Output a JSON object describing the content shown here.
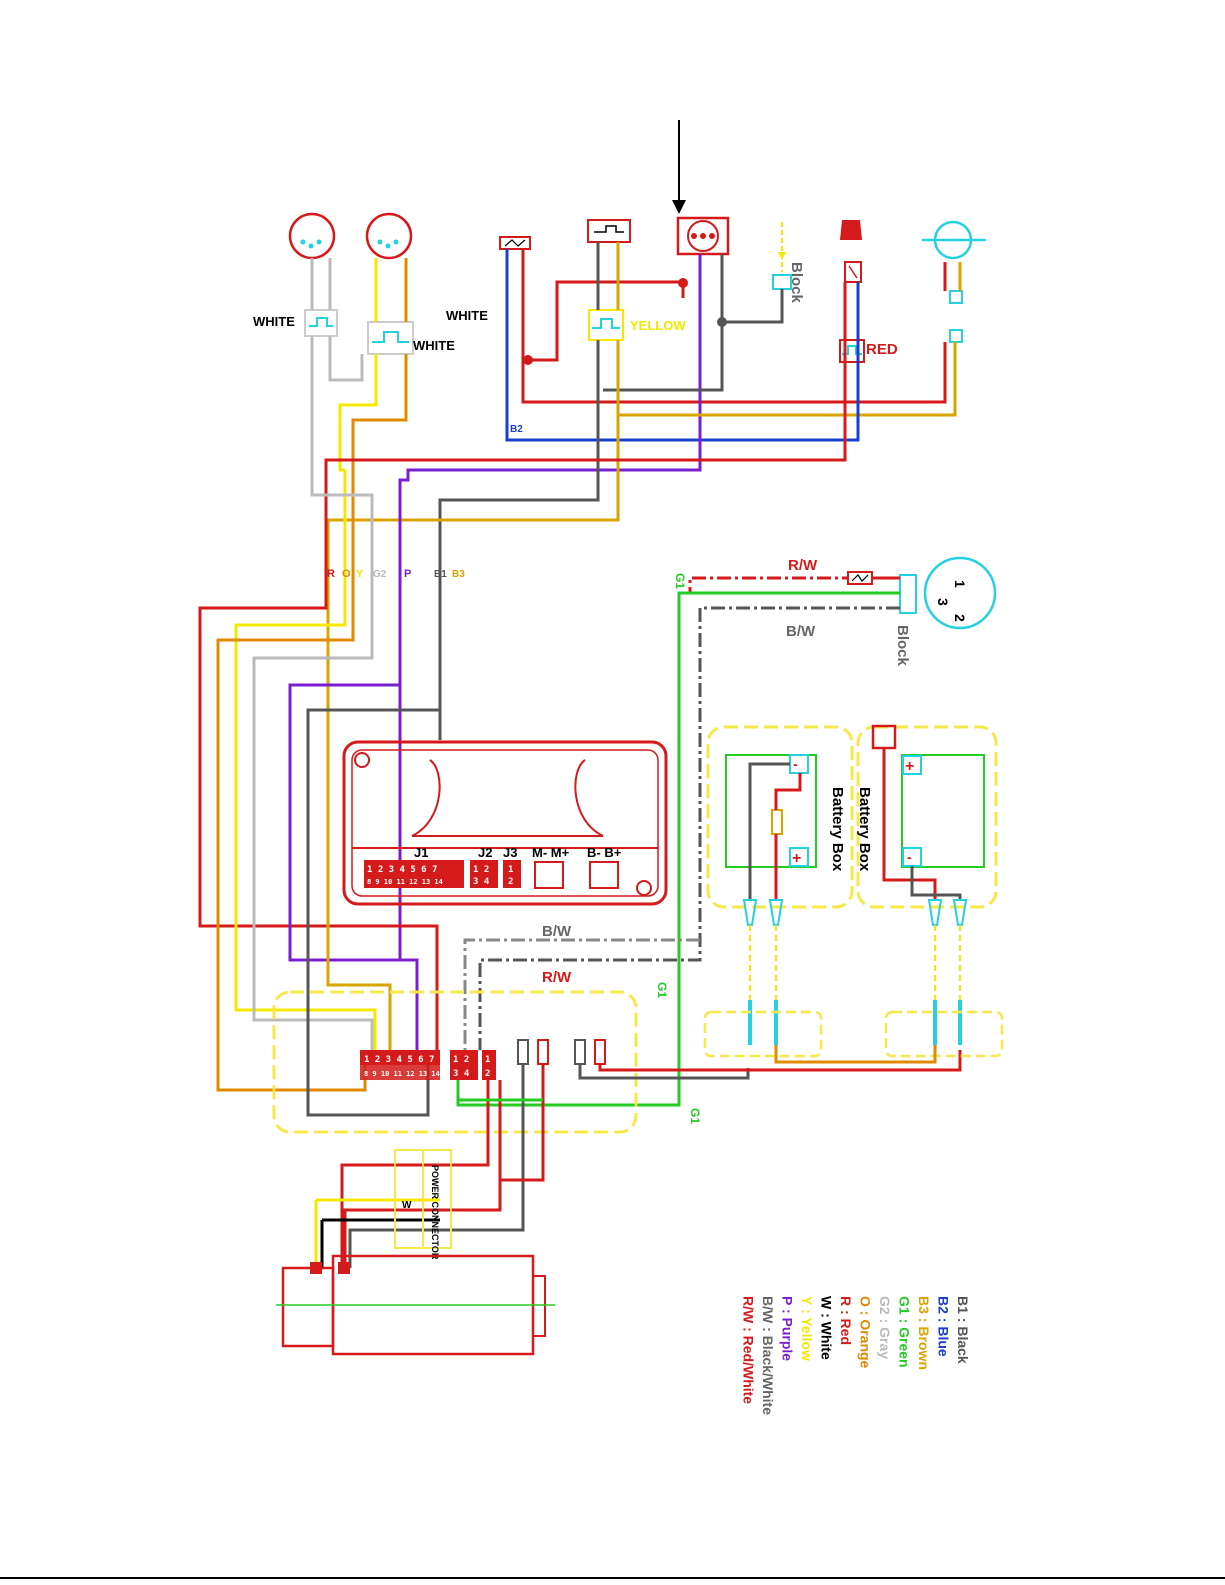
{
  "colors": {
    "black": "#555555",
    "blue": "#1a3fd0",
    "brown": "#d9a300",
    "green": "#22cc22",
    "gray": "#bbbbbb",
    "orange": "#e08a00",
    "red": "#d41a1a",
    "white": "#000000",
    "yellow": "#f5e800",
    "purple": "#7a1fd0",
    "redwhite": "#d41a1a",
    "cyan": "#25d0e0",
    "dash_yellow": "#f5e84a"
  },
  "connectors": {
    "white_left": "WHITE",
    "white_mid": "WHITE",
    "white_right": "WHITE",
    "yellow": "YELLOW",
    "red": "RED",
    "block_top": "Block",
    "block_right": "Block"
  },
  "wire_labels": {
    "rw_top": "R/W",
    "bw_top": "B/W",
    "bw_mid": "B/W",
    "rw_mid": "R/W",
    "g1_a": "G1",
    "g1_b": "G1",
    "g1_c": "G1",
    "r": "R",
    "o": "O",
    "y": "Y",
    "g2": "G2",
    "p": "P",
    "b1": "B1",
    "b3": "B3",
    "b2": "B2",
    "w": "W"
  },
  "controller": {
    "j1": "J1",
    "j2": "J2",
    "j3": "J3",
    "m_terms": "M- M+",
    "b_terms": "B- B+",
    "j1_top": "1 2 3 4 5 6 7",
    "j1_bot": "8 9 10 11 12 13 14",
    "j2_top": "1 2",
    "j2_bot": "3 4",
    "j3_top": "1",
    "j3_bot": "2"
  },
  "battery": {
    "box_1": "Battery Box",
    "box_2": "Battery Box",
    "plus": "+",
    "minus": "-"
  },
  "charger_pins": [
    "1",
    "3",
    "2"
  ],
  "power_connector": "POWER CONNECTOR",
  "legend": [
    {
      "code": "B1",
      "name": "Black",
      "color": "#555555"
    },
    {
      "code": "B2",
      "name": "Blue",
      "color": "#1a3fd0"
    },
    {
      "code": "B3",
      "name": "Brown",
      "color": "#d9a300"
    },
    {
      "code": "G1",
      "name": "Green",
      "color": "#22cc22"
    },
    {
      "code": "G2",
      "name": "Gray",
      "color": "#bbbbbb"
    },
    {
      "code": "O",
      "name": "Orange",
      "color": "#e08a00"
    },
    {
      "code": "R",
      "name": "Red",
      "color": "#d41a1a"
    },
    {
      "code": "W",
      "name": "White",
      "color": "#000000"
    },
    {
      "code": "Y",
      "name": "Yellow",
      "color": "#f5e800"
    },
    {
      "code": "P",
      "name": "Purple",
      "color": "#7a1fd0"
    },
    {
      "code": "B/W",
      "name": "Black/White",
      "color": "#666666"
    },
    {
      "code": "R/W",
      "name": "Red/White",
      "color": "#d41a1a"
    }
  ]
}
